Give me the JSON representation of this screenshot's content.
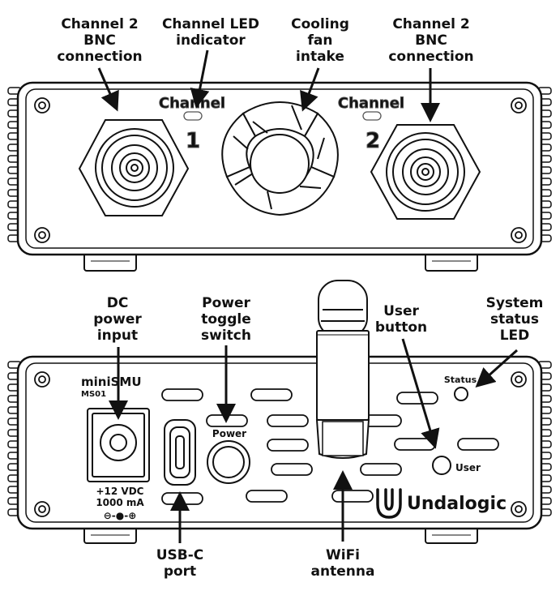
{
  "callouts": {
    "ch1_bnc": [
      "Channel 2",
      "BNC",
      "connection"
    ],
    "ch_led": [
      "Channel LED",
      "indicator"
    ],
    "fan": [
      "Cooling",
      "fan",
      "intake"
    ],
    "ch2_bnc": [
      "Channel 2",
      "BNC",
      "connection"
    ],
    "dc_power": [
      "DC",
      "power",
      "input"
    ],
    "power_switch": [
      "Power",
      "toggle",
      "switch"
    ],
    "user_button": [
      "User",
      "button"
    ],
    "status_led": [
      "System",
      "status",
      "LED"
    ],
    "usb_c": [
      "USB-C",
      "port"
    ],
    "wifi": [
      "WiFi",
      "antenna"
    ]
  },
  "front_panel": {
    "channel1_label": "Channel",
    "channel1_number": "1",
    "channel2_label": "Channel",
    "channel2_number": "2"
  },
  "back_panel": {
    "model_name": "miniSMU",
    "model_code": "MS01",
    "voltage_rating": "+12 VDC",
    "current_rating": "1000 mA",
    "polarity": "⊖-●-⊕",
    "power_label": "Power",
    "status_label": "Status",
    "user_label": "User",
    "brand": "Undalogic",
    "brand_icon": "undalogic-logo-icon"
  }
}
